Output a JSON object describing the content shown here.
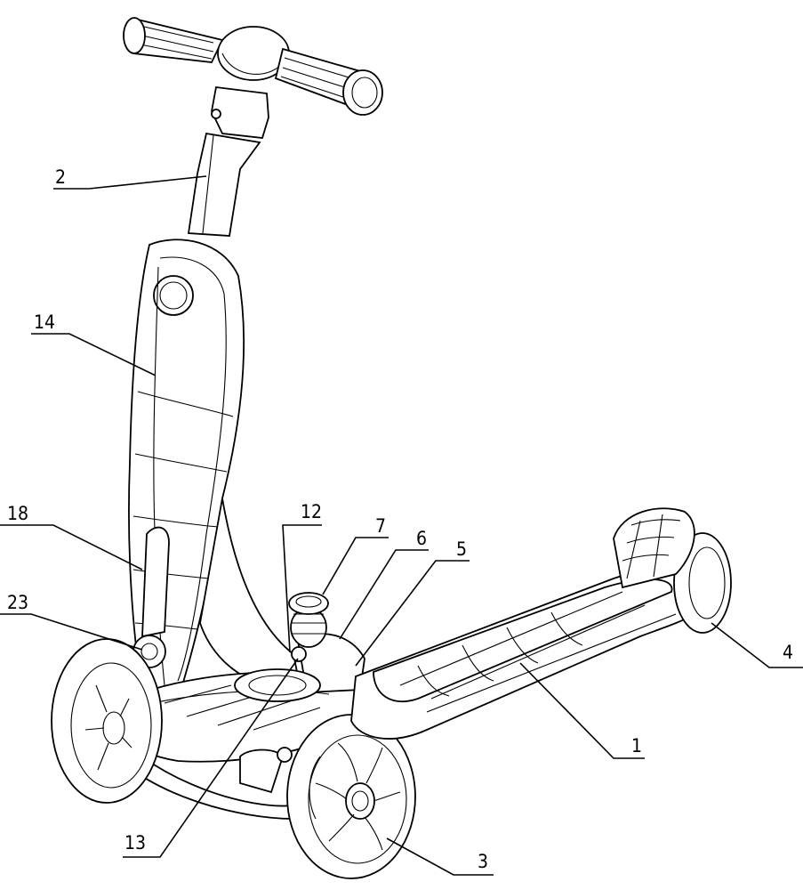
{
  "labels": {
    "l2": "2",
    "l14": "14",
    "l18": "18",
    "l23": "23",
    "l12": "12",
    "l7": "7",
    "l6": "6",
    "l5": "5",
    "l4": "4",
    "l1": "1",
    "l13": "13",
    "l3": "3"
  }
}
